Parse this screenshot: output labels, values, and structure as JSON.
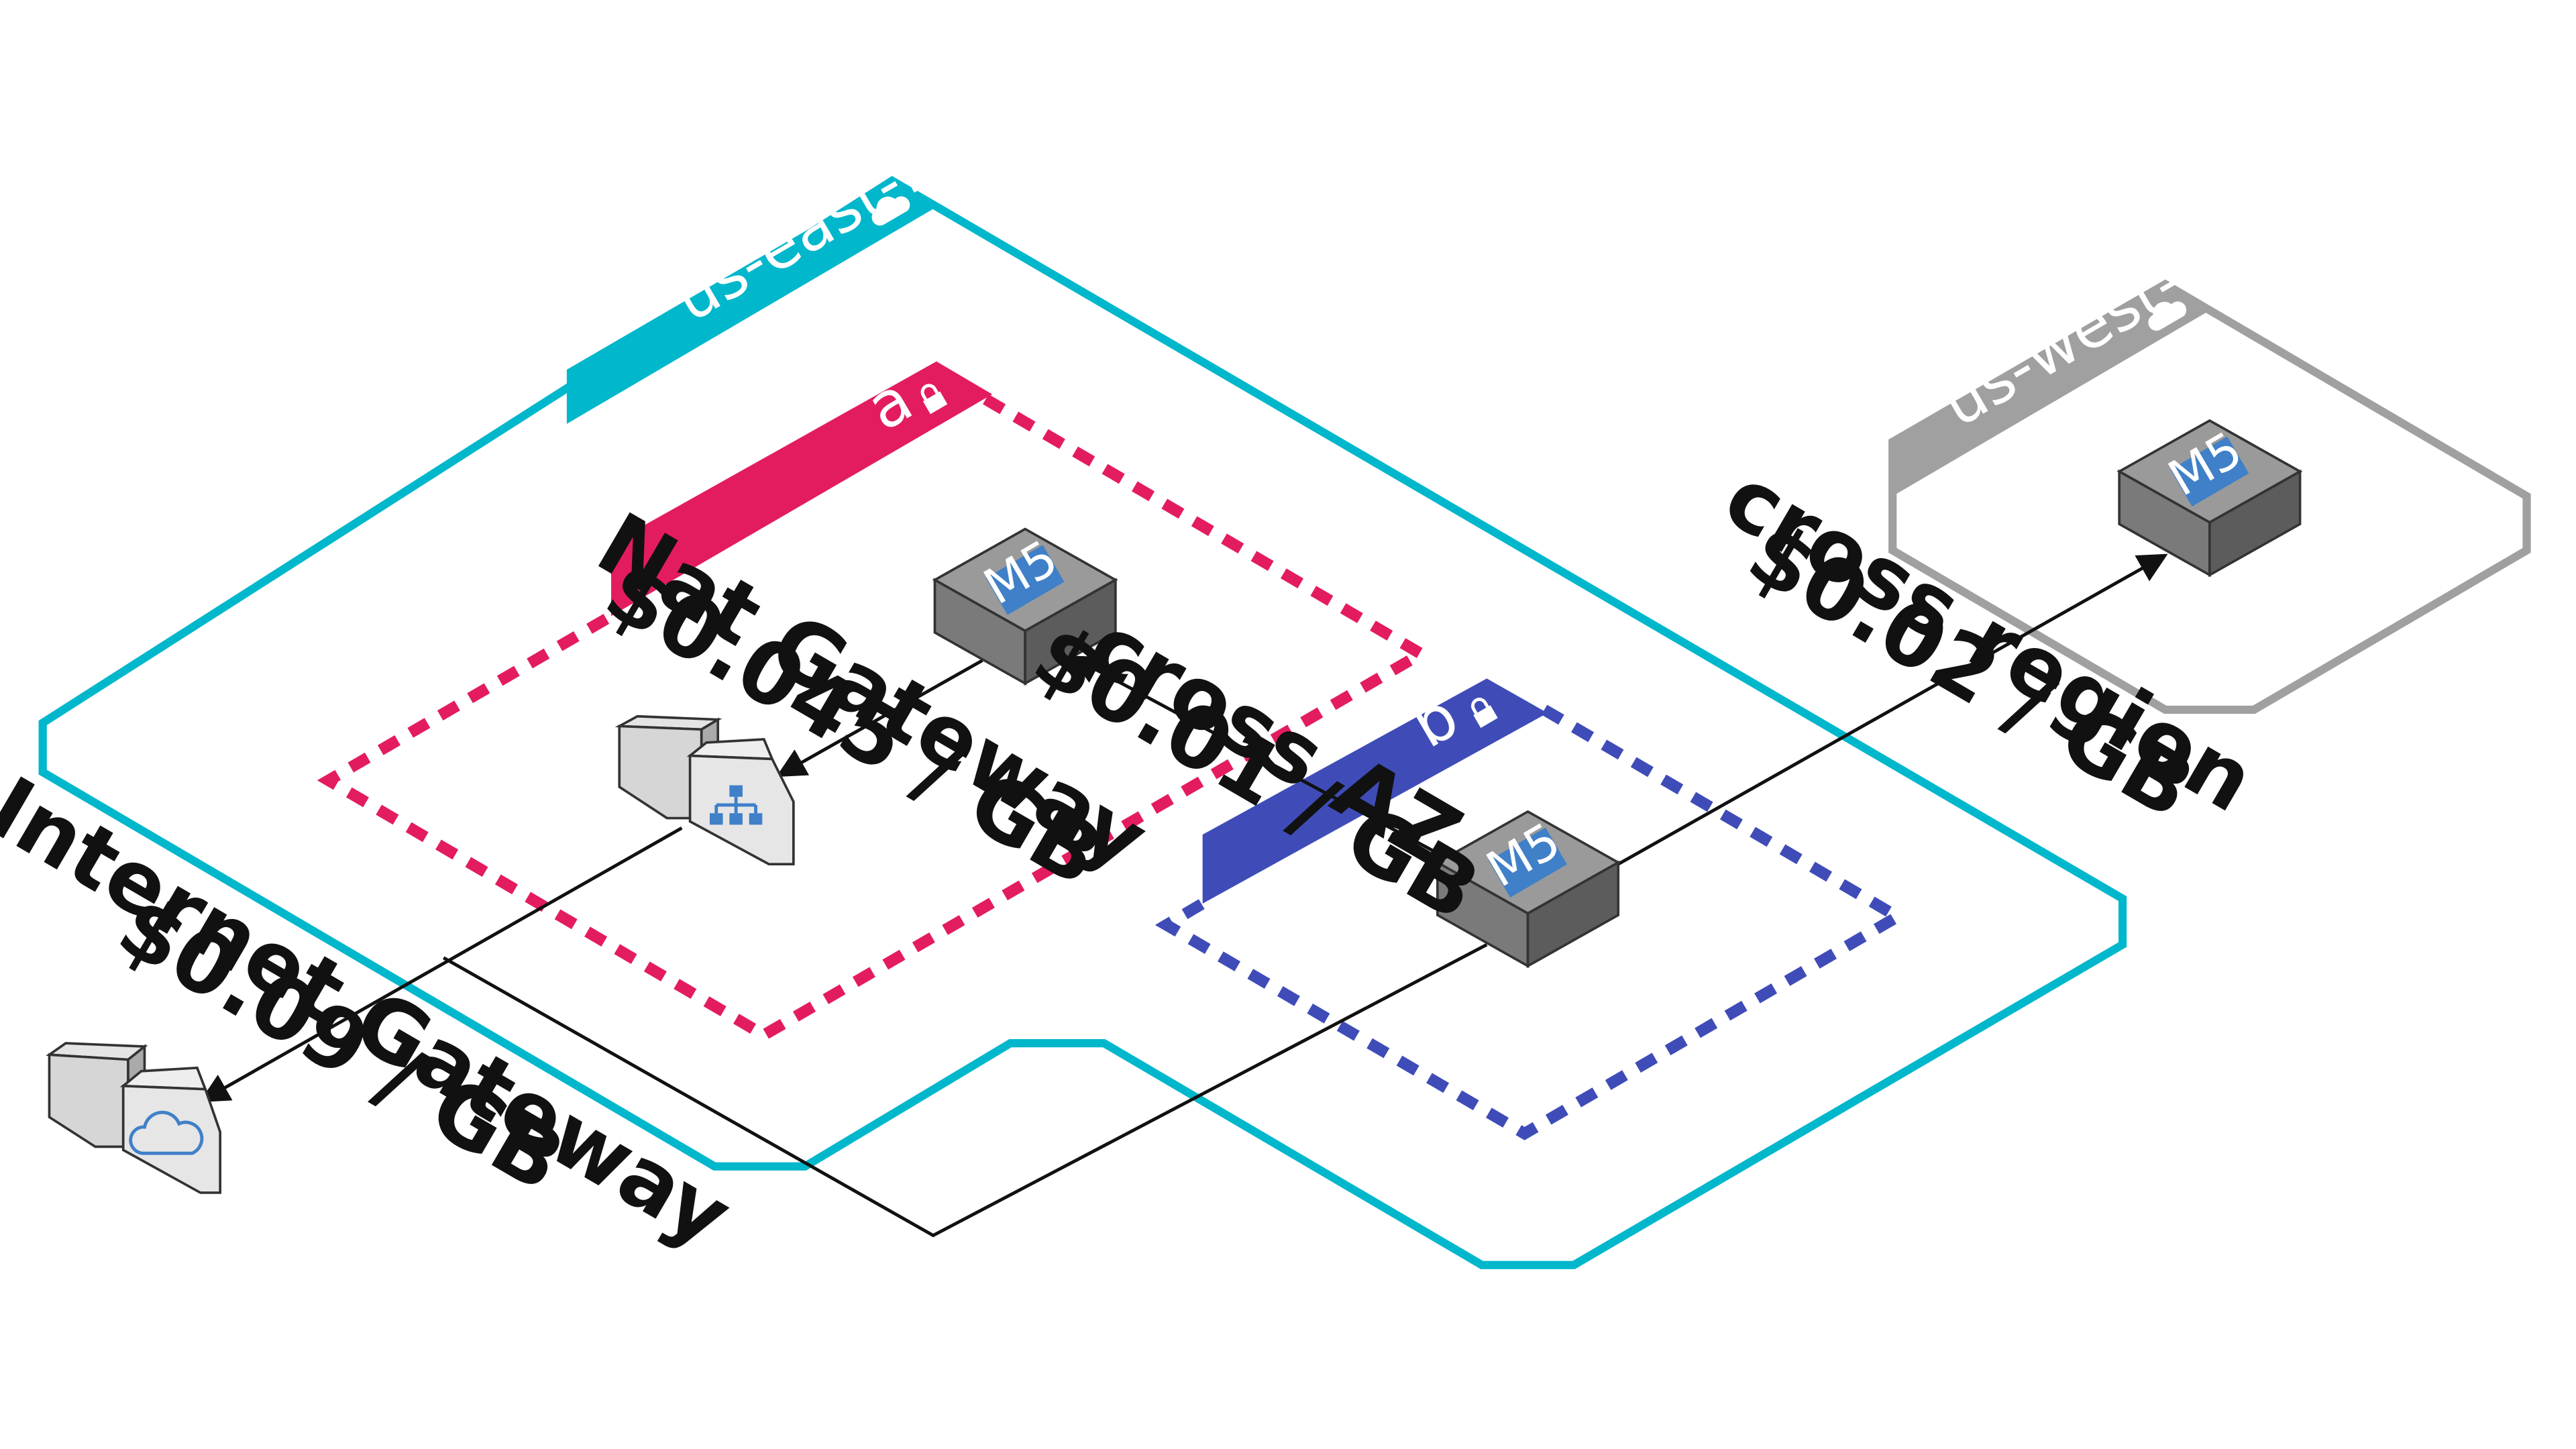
{
  "colors": {
    "region_primary": "#00b7cc",
    "region_secondary": "#a0a0a0",
    "az_a": "#e31c5f",
    "az_b": "#3f4cb8",
    "instance_chip": "#3f80c8"
  },
  "regions": {
    "east": {
      "label": "us-east-1",
      "icon": "cloud-icon"
    },
    "west": {
      "label": "us-west-2",
      "icon": "cloud-icon"
    }
  },
  "zones": {
    "a": {
      "label": "a",
      "icon": "lock-icon"
    },
    "b": {
      "label": "b",
      "icon": "lock-icon"
    }
  },
  "instances": {
    "a": {
      "label": "M5"
    },
    "b": {
      "label": "M5"
    },
    "west": {
      "label": "M5"
    }
  },
  "gateways": {
    "nat": {
      "icon": "network-hierarchy-icon"
    },
    "internet": {
      "icon": "cloud-icon"
    }
  },
  "costs": {
    "nat": {
      "line1": "Nat Gateway",
      "line2": "$0.045 / GB"
    },
    "cross_az": {
      "line1": "cross AZ",
      "line2": "$0.01 / GB"
    },
    "cross_region": {
      "line1": "cross region",
      "line2": "$0.02 / GB"
    },
    "internet": {
      "line1": "Internet Gateway",
      "line2": "$0.09 / GB"
    }
  }
}
